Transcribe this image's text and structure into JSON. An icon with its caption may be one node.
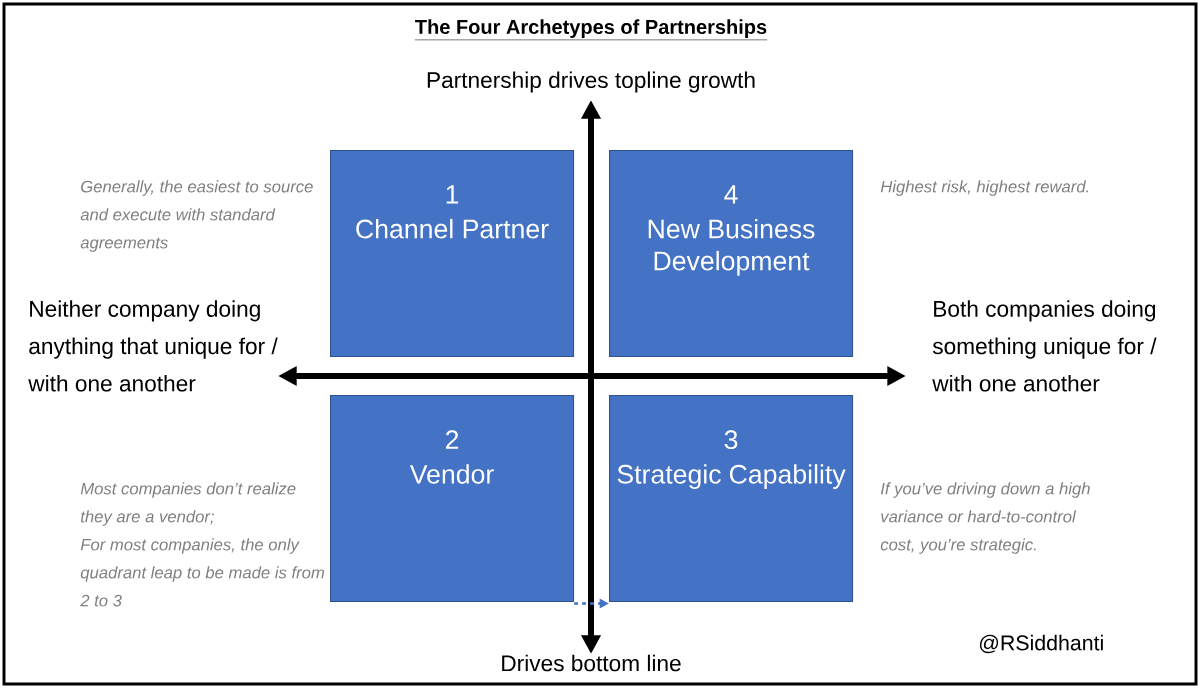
{
  "diagram": {
    "title": "The Four Archetypes of Partnerships",
    "nodes": [
      {
        "text": [
          "1",
          "Channel Partner"
        ]
      },
      {
        "text": [
          "4",
          "New Business Development"
        ]
      },
      {
        "text": [
          "2",
          "Vendor"
        ]
      },
      {
        "text": [
          "3",
          "Strategic Capability"
        ]
      }
    ],
    "edges": [
      {
        "from": 2,
        "to": 3,
        "arrow": "to",
        "style": "dashed",
        "color": "#4472c4"
      }
    ],
    "labels": [
      "Partnership drives topline growth",
      "Generally, the easiest to source and execute with standard agreements",
      "Highest risk, highest reward.",
      "Neither company doing anything that unique for / with one another",
      "Both companies doing something unique for / with one another",
      "Most companies don’t realize they are a vendor;",
      "For most companies, the only quadrant leap to be made is from 2 to 3",
      "If you’ve driving down a high variance or hard-to-control cost, you’re strategic.",
      "Drives bottom line",
      "@RSiddhanti"
    ]
  }
}
